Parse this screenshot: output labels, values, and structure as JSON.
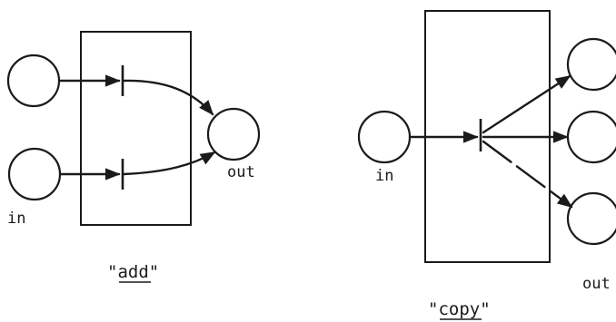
{
  "add": {
    "caption": "\"add\"",
    "input_label": "in",
    "output_label": "out"
  },
  "copy": {
    "caption": "\"copy\"",
    "input_label": "in",
    "output_label": "out"
  }
}
